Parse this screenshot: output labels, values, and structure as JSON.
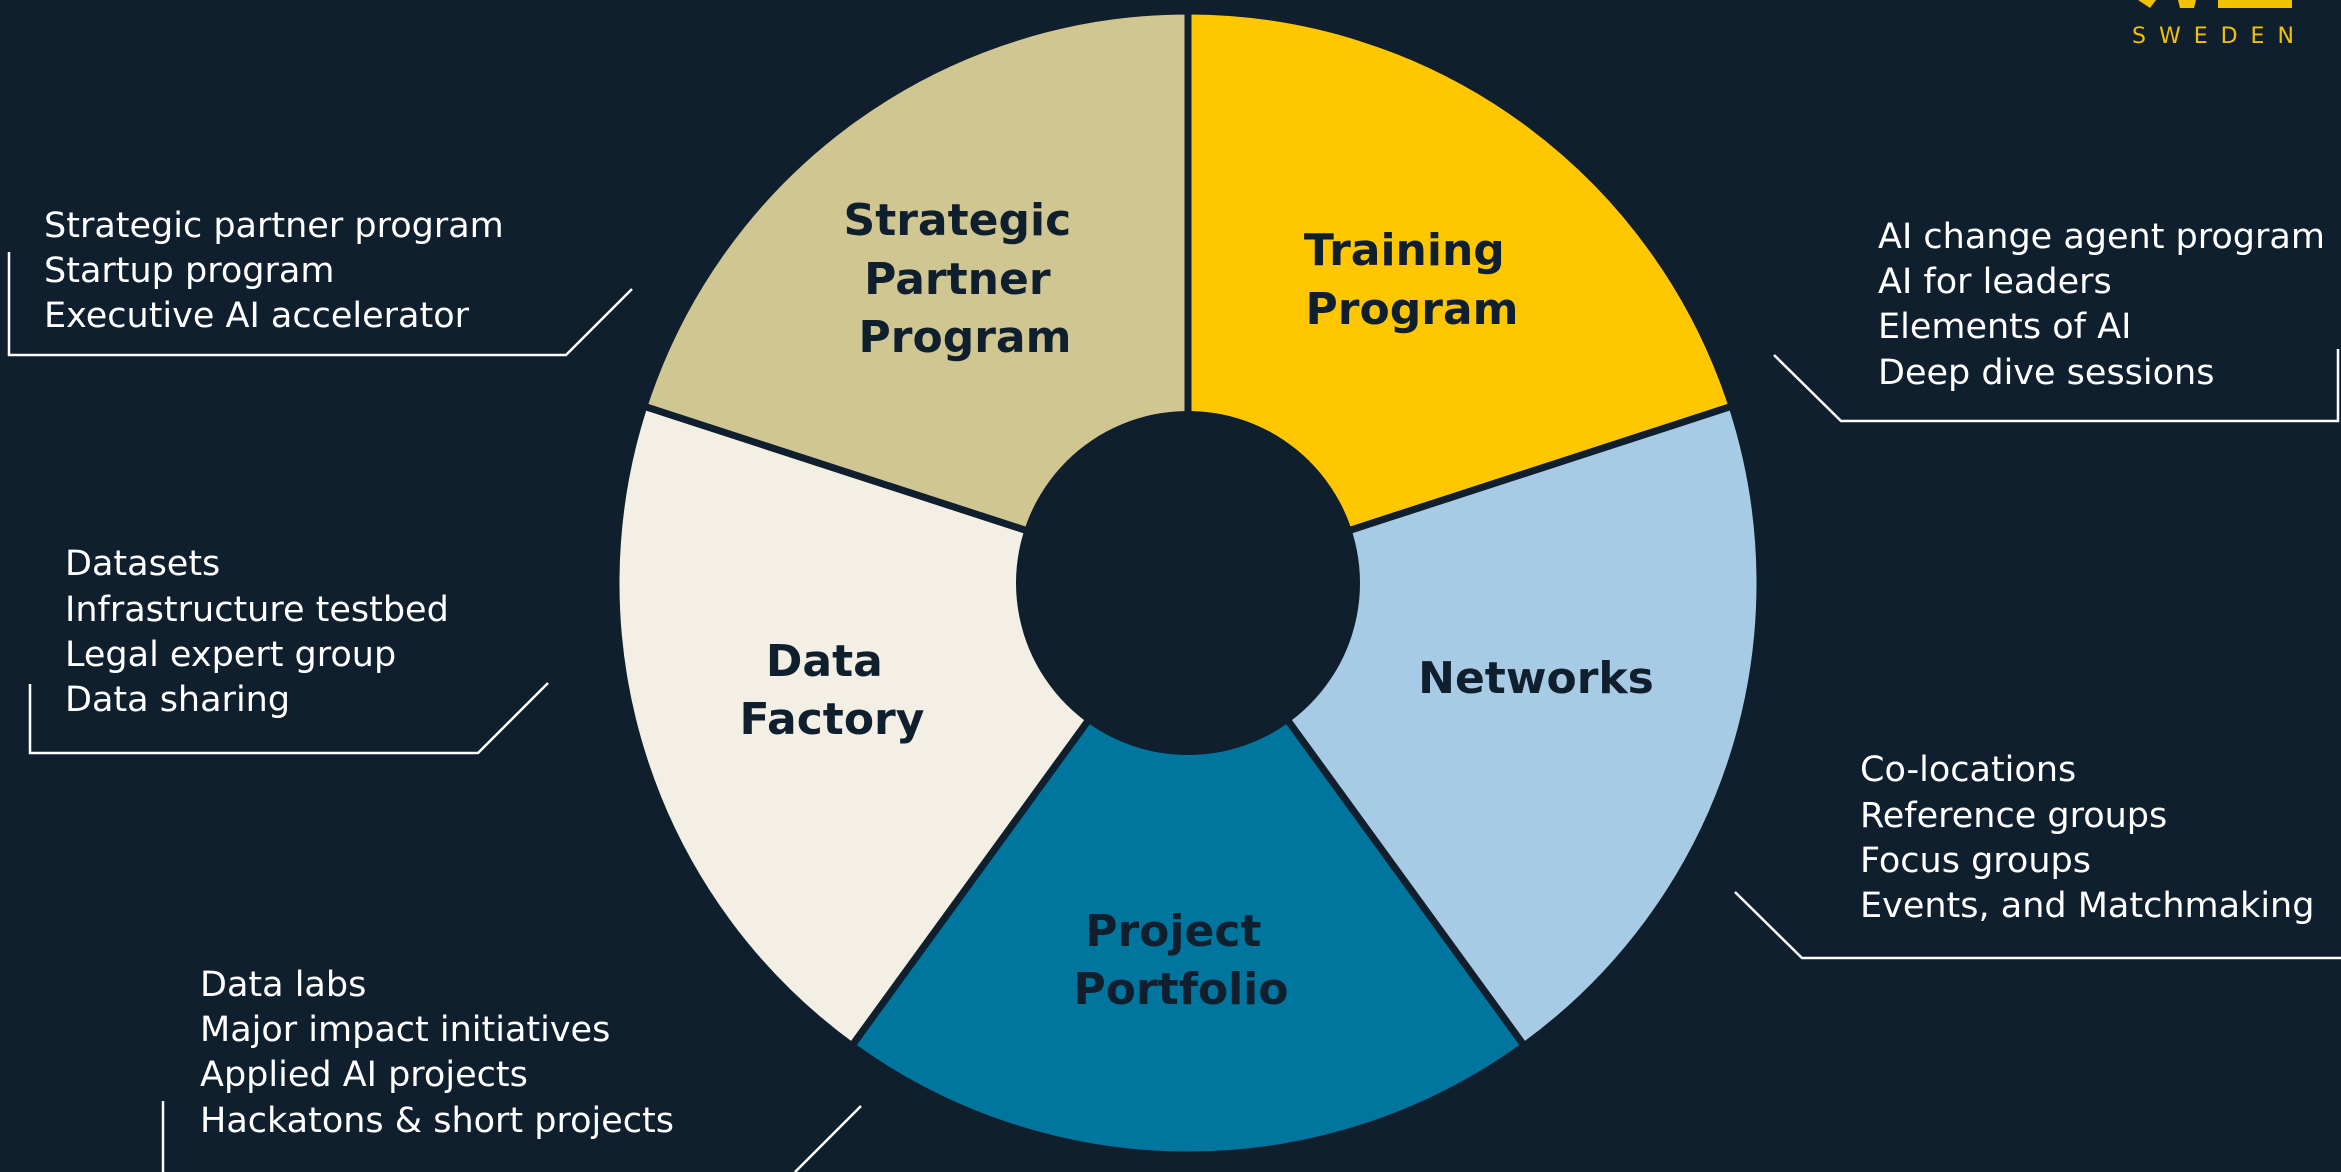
{
  "colors": {
    "background": "#0f1f2d",
    "text_dark": "#0f1f2d",
    "text_light": "#ffffff",
    "logo": "#f2c200"
  },
  "logo": {
    "text": "SWEDEN"
  },
  "segments": [
    {
      "id": "strategic-partner-program",
      "label_lines": [
        "Strategic",
        "Partner",
        "Program"
      ],
      "color": "#ffc700",
      "items": [
        "Strategic partner program",
        "Startup program",
        "Executive AI accelerator"
      ]
    },
    {
      "id": "training-program",
      "label_lines": [
        "Training",
        "Program"
      ],
      "color": "#a8cbe5",
      "items": [
        "AI change agent program",
        "AI for leaders",
        "Elements of AI",
        "Deep dive sessions"
      ]
    },
    {
      "id": "networks",
      "label_lines": [
        "Networks"
      ],
      "color": "#00769f",
      "items": [
        "Co-locations",
        "Reference groups",
        "Focus groups",
        "Events, and Matchmaking"
      ]
    },
    {
      "id": "project-portfolio",
      "label_lines": [
        "Project",
        "Portfolio"
      ],
      "color": "#f3efe4",
      "items": [
        "Data labs",
        "Major impact initiatives",
        "Applied AI projects",
        "Hackatons & short projects"
      ]
    },
    {
      "id": "data-factory",
      "label_lines": [
        "Data",
        "Factory"
      ],
      "color": "#d0c692",
      "items": [
        "Datasets",
        "Infrastructure testbed",
        "Legal expert group",
        "Data sharing"
      ]
    }
  ]
}
